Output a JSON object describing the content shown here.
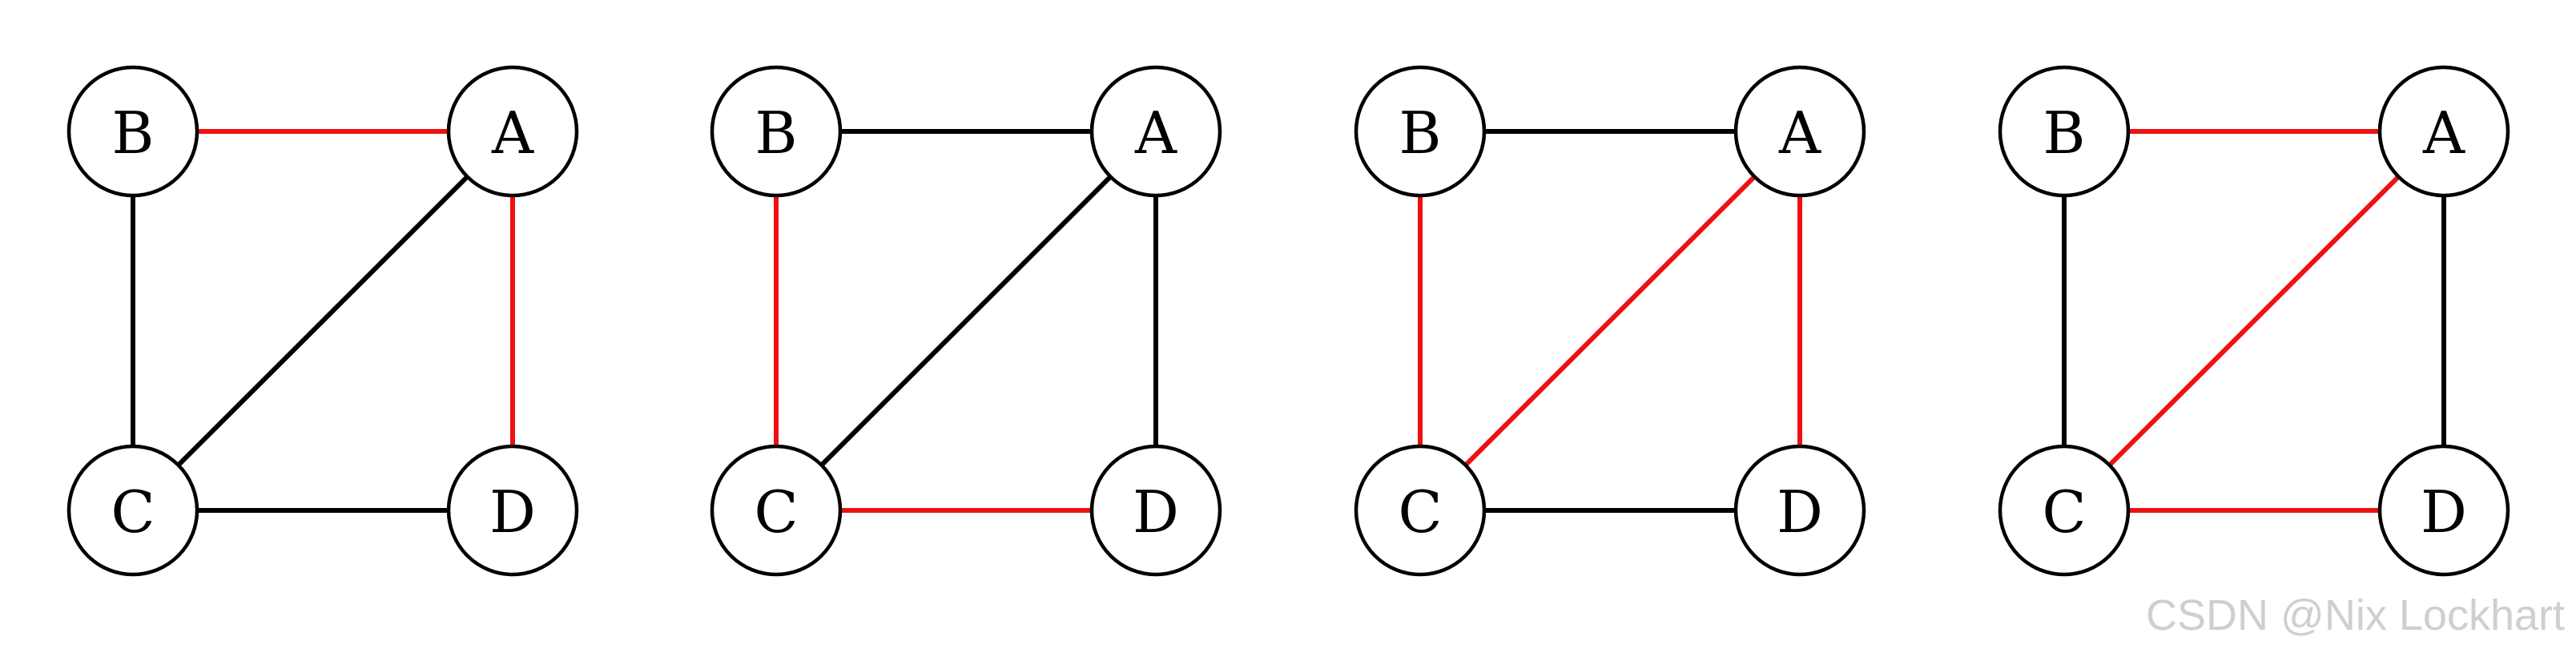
{
  "colors": {
    "black": "#000000",
    "red": "#ee1111"
  },
  "nodes": [
    "B",
    "A",
    "C",
    "D"
  ],
  "graphs": [
    {
      "edges": [
        {
          "from": "B",
          "to": "A",
          "color": "red"
        },
        {
          "from": "A",
          "to": "D",
          "color": "red"
        },
        {
          "from": "B",
          "to": "C",
          "color": "black"
        },
        {
          "from": "C",
          "to": "D",
          "color": "black"
        },
        {
          "from": "C",
          "to": "A",
          "color": "black"
        }
      ]
    },
    {
      "edges": [
        {
          "from": "B",
          "to": "A",
          "color": "black"
        },
        {
          "from": "A",
          "to": "D",
          "color": "black"
        },
        {
          "from": "B",
          "to": "C",
          "color": "red"
        },
        {
          "from": "C",
          "to": "D",
          "color": "red"
        },
        {
          "from": "C",
          "to": "A",
          "color": "black"
        }
      ]
    },
    {
      "edges": [
        {
          "from": "B",
          "to": "A",
          "color": "black"
        },
        {
          "from": "A",
          "to": "D",
          "color": "red"
        },
        {
          "from": "B",
          "to": "C",
          "color": "red"
        },
        {
          "from": "C",
          "to": "D",
          "color": "black"
        },
        {
          "from": "C",
          "to": "A",
          "color": "red"
        }
      ]
    },
    {
      "edges": [
        {
          "from": "B",
          "to": "A",
          "color": "red"
        },
        {
          "from": "A",
          "to": "D",
          "color": "black"
        },
        {
          "from": "B",
          "to": "C",
          "color": "black"
        },
        {
          "from": "C",
          "to": "D",
          "color": "red"
        },
        {
          "from": "C",
          "to": "A",
          "color": "red"
        }
      ]
    }
  ],
  "watermark": "CSDN @Nix Lockhart"
}
